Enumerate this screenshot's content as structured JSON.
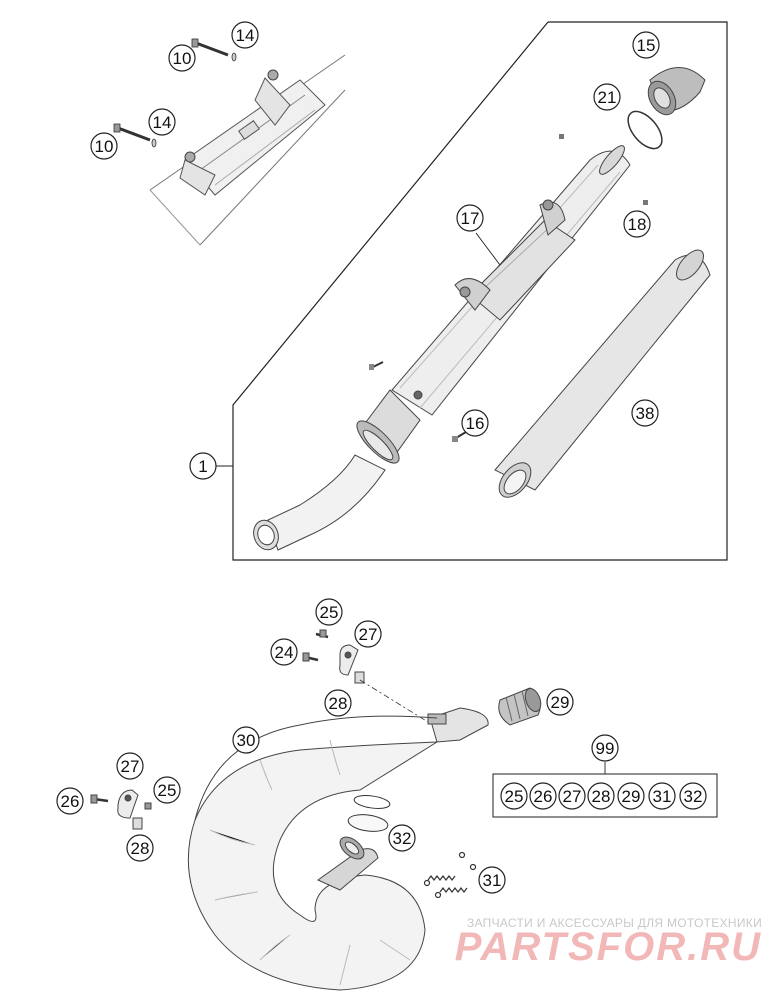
{
  "diagram": {
    "callouts": {
      "c1": "1",
      "c10a": "10",
      "c14a": "14",
      "c10b": "10",
      "c14b": "14",
      "c15": "15",
      "c21": "21",
      "c17": "17",
      "c18": "18",
      "c16": "16",
      "c38": "38",
      "c25a": "25",
      "c27a": "27",
      "c24": "24",
      "c28a": "28",
      "c29": "29",
      "c30": "30",
      "c27b": "27",
      "c26": "26",
      "c25b": "25",
      "c28b": "28",
      "c32": "32",
      "c31": "31",
      "c99": "99"
    },
    "kit_items": [
      "25",
      "26",
      "27",
      "28",
      "29",
      "31",
      "32"
    ]
  },
  "watermark": {
    "caption": "ЗАПЧАСТИ И АКСЕССУАРЫ ДЛЯ МОТОТЕХНИКИ",
    "brand_part1": "PARTS",
    "brand_part2": "FOR.RU",
    "color_red": "#f2b8b8",
    "color_grey": "#d6d6d6"
  }
}
